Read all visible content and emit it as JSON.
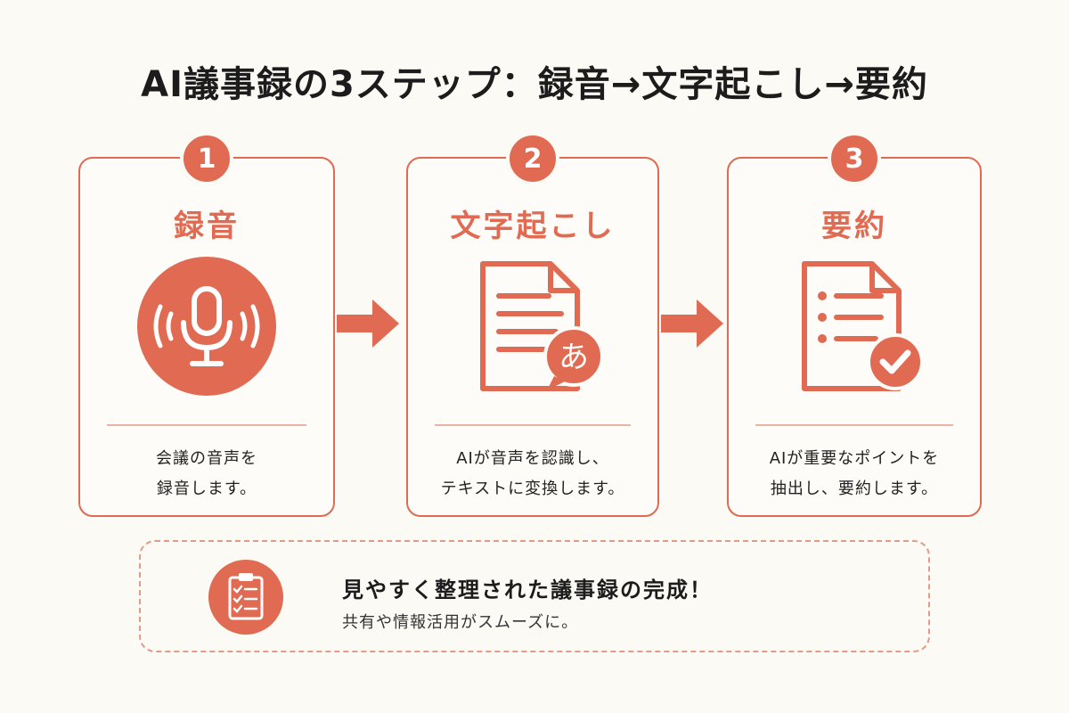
{
  "title": "AI議事録の3ステップ：録音→文字起こし→要約",
  "accent_color": "#e06a52",
  "steps": [
    {
      "number": "1",
      "title": "録音",
      "icon": "microphone-icon",
      "desc_line1": "会議の音声を",
      "desc_line2": "録音します。"
    },
    {
      "number": "2",
      "title": "文字起こし",
      "icon": "transcript-document-icon",
      "icon_glyph": "あ",
      "desc_line1": "AIが音声を認識し、",
      "desc_line2": "テキストに変換します。"
    },
    {
      "number": "3",
      "title": "要約",
      "icon": "summary-document-check-icon",
      "desc_line1": "AIが重要なポイントを",
      "desc_line2": "抽出し、要約します。"
    }
  ],
  "result": {
    "icon": "clipboard-checklist-icon",
    "title": "見やすく整理された議事録の完成！",
    "subtitle": "共有や情報活用がスムーズに。"
  }
}
